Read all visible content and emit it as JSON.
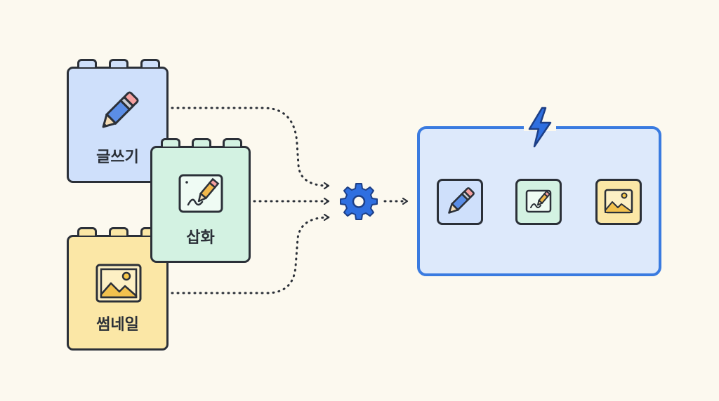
{
  "blocks": {
    "writing": {
      "label": "글쓰기",
      "icon": "pencil-icon",
      "color": "#cfe0fb"
    },
    "illustration": {
      "label": "삽화",
      "icon": "drawing-icon",
      "color": "#d3f2e2"
    },
    "thumbnail": {
      "label": "썸네일",
      "icon": "image-icon",
      "color": "#fbe7a6"
    }
  },
  "hub": {
    "icon": "gear-icon",
    "color": "#2f6fe0"
  },
  "pipeline": {
    "accent_icon": "lightning-bolt-icon",
    "border_color": "#3a7be0",
    "steps": [
      "pencil-icon",
      "drawing-icon",
      "image-icon"
    ]
  }
}
